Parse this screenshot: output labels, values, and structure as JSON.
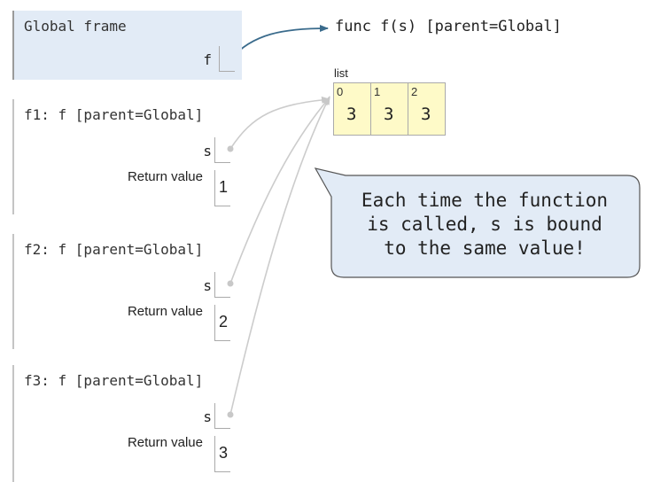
{
  "global_frame": {
    "title": "Global frame",
    "var_name": "f"
  },
  "function_object": {
    "label": "func f(s) [parent=Global]"
  },
  "list": {
    "label": "list",
    "indices": [
      "0",
      "1",
      "2"
    ],
    "values": [
      "3",
      "3",
      "3"
    ]
  },
  "frames": [
    {
      "title": "f1: f [parent=Global]",
      "param_name": "s",
      "return_label": "Return value",
      "return_value": "1"
    },
    {
      "title": "f2: f [parent=Global]",
      "param_name": "s",
      "return_label": "Return value",
      "return_value": "2"
    },
    {
      "title": "f3: f [parent=Global]",
      "param_name": "s",
      "return_label": "Return value",
      "return_value": "3"
    }
  ],
  "callout": {
    "text": "Each time the function\nis called, s is bound\nto the same value!"
  },
  "colors": {
    "frame_bg": "#e2ebf6",
    "list_bg": "#fefac8",
    "arrow_global": "#3a6b8c",
    "arrow_frames": "#cccccc"
  }
}
